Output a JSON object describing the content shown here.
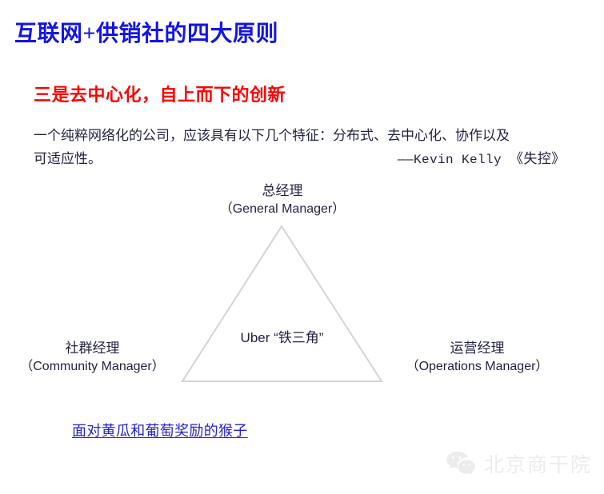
{
  "slide": {
    "title": "互联网+供销社的四大原则",
    "subtitle": "三是去中心化，自上而下的创新",
    "body_line_1": "一个纯粹网络化的公司，应该具有以下几个特征：分布式、去中心化、协作以及",
    "body_line_2": "可适应性。",
    "attribution_dash": "——Kevin Kelly",
    "attribution_book": "《失控》",
    "link_text": "面对黄瓜和葡萄奖励的猴子"
  },
  "diagram": {
    "center_text": "Uber “铁三角”",
    "triangle_stroke": "#d4d4d4",
    "nodes": {
      "top": {
        "cn": "总经理",
        "en": "（General Manager）"
      },
      "left": {
        "cn": "社群经理",
        "en": "（Community Manager）"
      },
      "right": {
        "cn": "运营经理",
        "en": "（Operations Manager）"
      }
    }
  },
  "watermark": {
    "text": "北京商干院",
    "icon": "wechat-icon",
    "color": "#ececec"
  },
  "colors": {
    "title": "#1414e6",
    "subtitle": "#ff0000",
    "body": "#222240",
    "link": "#2323d0"
  }
}
